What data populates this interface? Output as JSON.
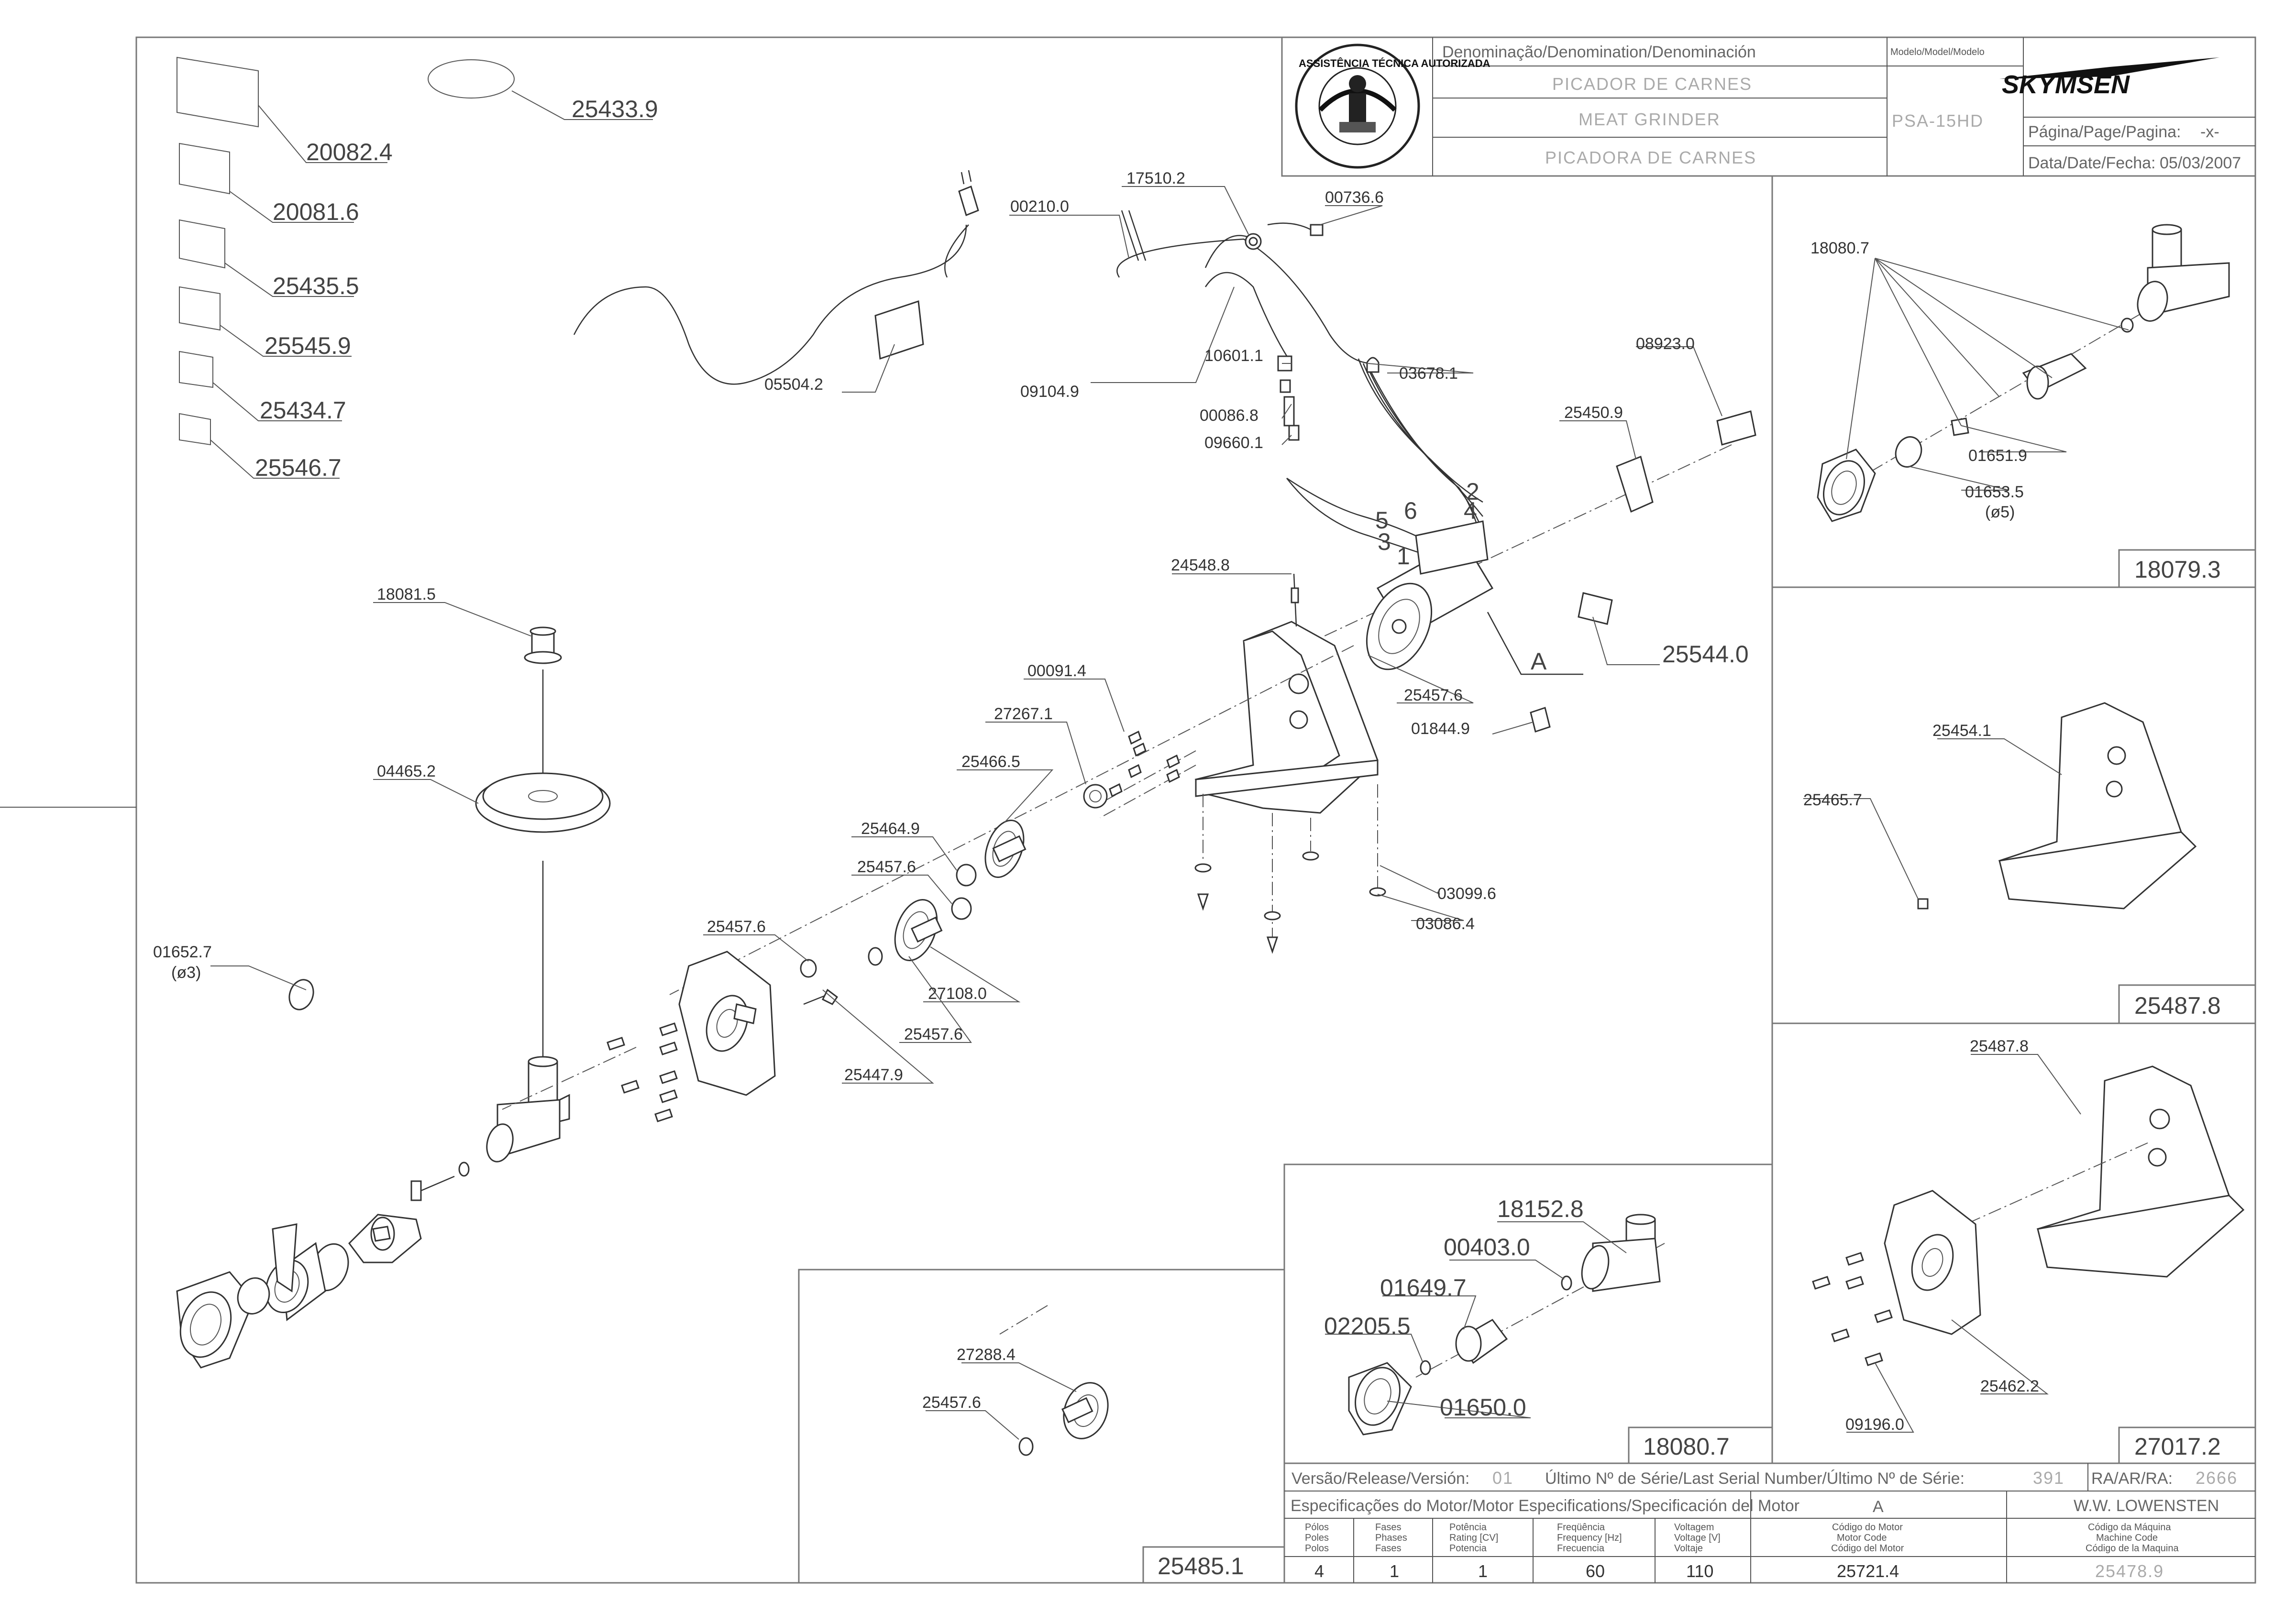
{
  "title_block": {
    "denomination_header": "Denominação/Denomination/Denominación",
    "name_pt": "PICADOR DE CARNES",
    "name_en": "MEAT GRINDER",
    "name_es": "PICADORA DE CARNES",
    "model_header": "Modelo/Model/Modelo",
    "model": "PSA-15HD",
    "brand": "SKYMSEN",
    "page_label": "Página/Page/Pagina:",
    "page_value": "-x-",
    "date_label": "Data/Date/Fecha:",
    "date_value": "05/03/2007",
    "seal_text": "ASSISTÊNCIA TÉCNICA AUTORIZADA"
  },
  "bottom_block": {
    "release_label": "Versão/Release/Versión:",
    "release_value": "01",
    "serial_label": "Último Nº de Série/Last Serial Number/Último Nº de Série:",
    "serial_value": "391",
    "ra_label": "RA/AR/RA:",
    "ra_value": "2666",
    "motor_spec_label": "Especificações do Motor/Motor Especifications/Specificación del Motor",
    "motor_ref": "A",
    "responsible": "W.W. LOWENSTEN",
    "cols": [
      {
        "h1": "Pólos",
        "h2": "Poles",
        "h3": "Polos",
        "value": "4"
      },
      {
        "h1": "Fases",
        "h2": "Phases",
        "h3": "Fases",
        "value": "1"
      },
      {
        "h1": "Potência",
        "h2": "Rating [CV]",
        "h3": "Potencia",
        "value": "1"
      },
      {
        "h1": "Freqüência",
        "h2": "Frequency [Hz]",
        "h3": "Frecuencia",
        "value": "60"
      },
      {
        "h1": "Voltagem",
        "h2": "Voltage [V]",
        "h3": "Voltaje",
        "value": "110"
      }
    ],
    "motor_code": {
      "h1": "Código do Motor",
      "h2": "Motor Code",
      "h3": "Código del Motor",
      "value": "25721.4"
    },
    "machine_code": {
      "h1": "Código da Máquina",
      "h2": "Machine Code",
      "h3": "Código de la Maquina",
      "value": "25478.9"
    }
  },
  "assembly_ids": {
    "main": "25485.1",
    "detail_18079": "18079.3",
    "detail_25487": "25487.8",
    "detail_27017": "27017.2",
    "detail_18080": "18080.7",
    "motor_letter": "A"
  },
  "parts": {
    "p20082": "20082.4",
    "p25433": "25433.9",
    "p20081": "20081.6",
    "p25435": "25435.5",
    "p25545": "25545.9",
    "p25434": "25434.7",
    "p25546": "25546.7",
    "p00210": "00210.0",
    "p17510": "17510.2",
    "p00736": "00736.6",
    "p05504": "05504.2",
    "p09104": "09104.9",
    "p10601": "10601.1",
    "p03678": "03678.1",
    "p00086": "00086.8",
    "p09660": "09660.1",
    "p08923": "08923.0",
    "p25450": "25450.9",
    "p24548": "24548.8",
    "p18081": "18081.5",
    "p25544": "25544.0",
    "p25457_motor": "25457.6",
    "p00091": "00091.4",
    "p01844": "01844.9",
    "p27267": "27267.1",
    "p04465": "04465.2",
    "p25466": "25466.5",
    "p25464": "25464.9",
    "p25457_a": "25457.6",
    "p03099": "03099.6",
    "p03086": "03086.4",
    "p25457_b": "25457.6",
    "p01652": "01652.7",
    "p01652_sub": "(ø3)",
    "p27108": "27108.0",
    "p25457_c": "25457.6",
    "p25447": "25447.9",
    "p27288": "27288.4",
    "p25457_d": "25457.6",
    "p18152": "18152.8",
    "p00403": "00403.0",
    "p01649": "01649.7",
    "p02205": "02205.5",
    "p01650": "01650.0",
    "p18080_callout": "18080.7",
    "p01651": "01651.9",
    "p01653": "01653.5",
    "p01653_sub": "(ø5)",
    "p25454": "25454.1",
    "p25465": "25465.7",
    "p25487_callout": "25487.8",
    "p25462": "25462.2",
    "p09196": "09196.0",
    "wire1": "1",
    "wire2": "2",
    "wire3": "3",
    "wire4": "4",
    "wire5": "5",
    "wire6": "6"
  }
}
